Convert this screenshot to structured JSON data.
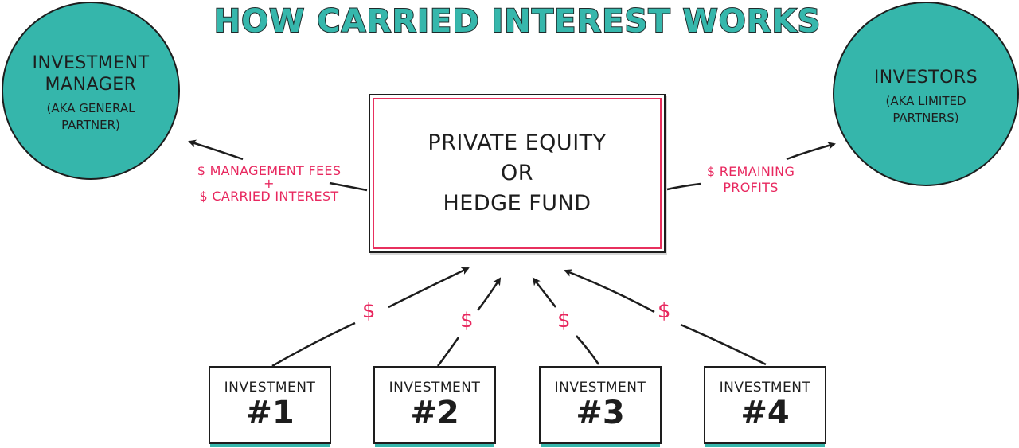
{
  "title": "HOW CARRIED INTEREST WORKS",
  "colors": {
    "teal": "#35b6ab",
    "pink": "#e8285f",
    "ink": "#1d1d1d"
  },
  "nodes": {
    "investment_manager": {
      "title_line1": "INVESTMENT",
      "title_line2": "MANAGER",
      "sub_line1": "(AKA GENERAL",
      "sub_line2": "PARTNER)"
    },
    "investors": {
      "title": "INVESTORS",
      "sub_line1": "(AKA LIMITED",
      "sub_line2": "PARTNERS)"
    },
    "fund": {
      "line1": "PRIVATE EQUITY",
      "line2": "OR",
      "line3": "HEDGE FUND"
    },
    "investments": [
      {
        "label": "INVESTMENT",
        "number": "#1"
      },
      {
        "label": "INVESTMENT",
        "number": "#2"
      },
      {
        "label": "INVESTMENT",
        "number": "#3"
      },
      {
        "label": "INVESTMENT",
        "number": "#4"
      }
    ]
  },
  "flows": {
    "to_manager": {
      "line1": "$ MANAGEMENT FEES",
      "line2": "+",
      "line3": "$ CARRIED INTEREST"
    },
    "to_investors": {
      "line1": "$ REMAINING",
      "line2": "PROFITS"
    },
    "from_investments": [
      "$",
      "$",
      "$",
      "$"
    ]
  }
}
